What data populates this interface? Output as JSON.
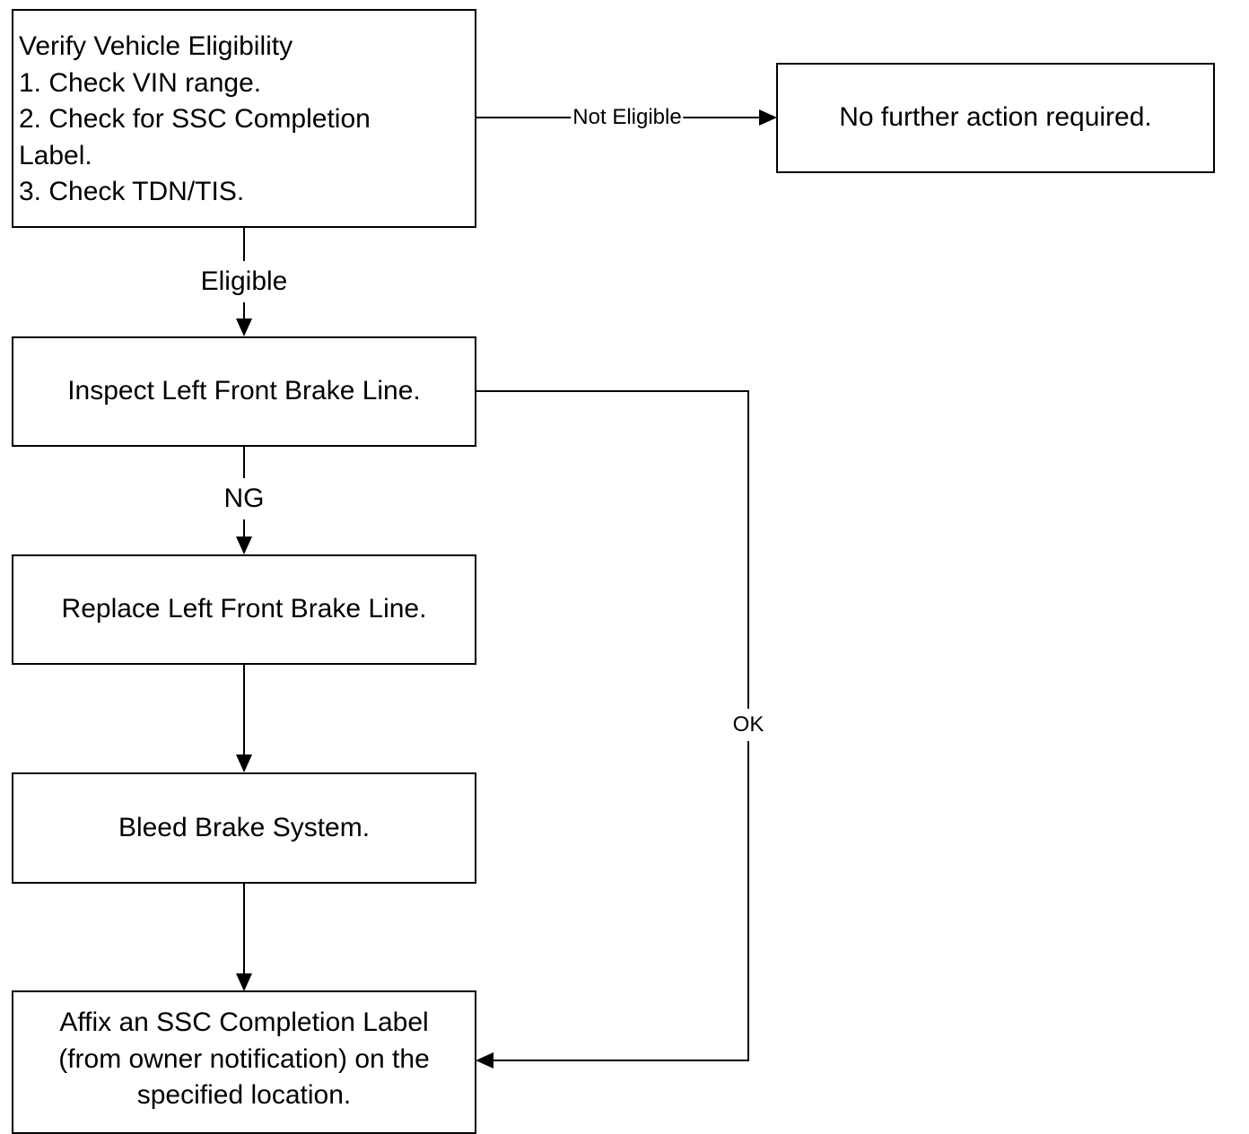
{
  "nodes": {
    "verify": {
      "lines": [
        "Verify Vehicle Eligibility",
        "1. Check VIN range.",
        "2. Check for SSC Completion",
        "Label.",
        "3. Check TDN/TIS."
      ]
    },
    "no_action": {
      "text": "No further action required."
    },
    "inspect": {
      "text": "Inspect Left Front Brake Line."
    },
    "replace": {
      "text": "Replace Left Front Brake Line."
    },
    "bleed": {
      "text": "Bleed Brake System."
    },
    "affix": {
      "lines": [
        "Affix an SSC Completion Label",
        "(from owner notification) on the",
        "specified location."
      ]
    }
  },
  "edges": {
    "not_eligible": "Not Eligible",
    "eligible": "Eligible",
    "ng": "NG",
    "ok": "OK"
  },
  "colors": {
    "stroke": "#000000",
    "background": "#ffffff"
  }
}
